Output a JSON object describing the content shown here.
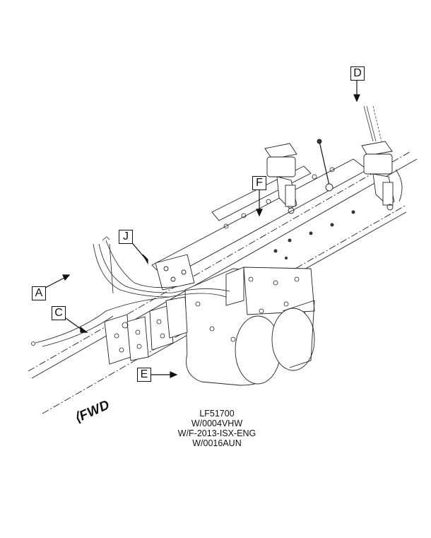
{
  "figure": {
    "callouts": [
      {
        "id": "A",
        "label": "A"
      },
      {
        "id": "C",
        "label": "C"
      },
      {
        "id": "D",
        "label": "D"
      },
      {
        "id": "E",
        "label": "E"
      },
      {
        "id": "F",
        "label": "F"
      },
      {
        "id": "J",
        "label": "J"
      }
    ],
    "direction_marker": "FWD",
    "caption_lines": [
      "LF51700",
      "W/0004VHW",
      "W/F-2013-ISX-ENG",
      "W/0016AUN"
    ]
  },
  "colors": {
    "line": "#111111",
    "background": "#ffffff"
  }
}
